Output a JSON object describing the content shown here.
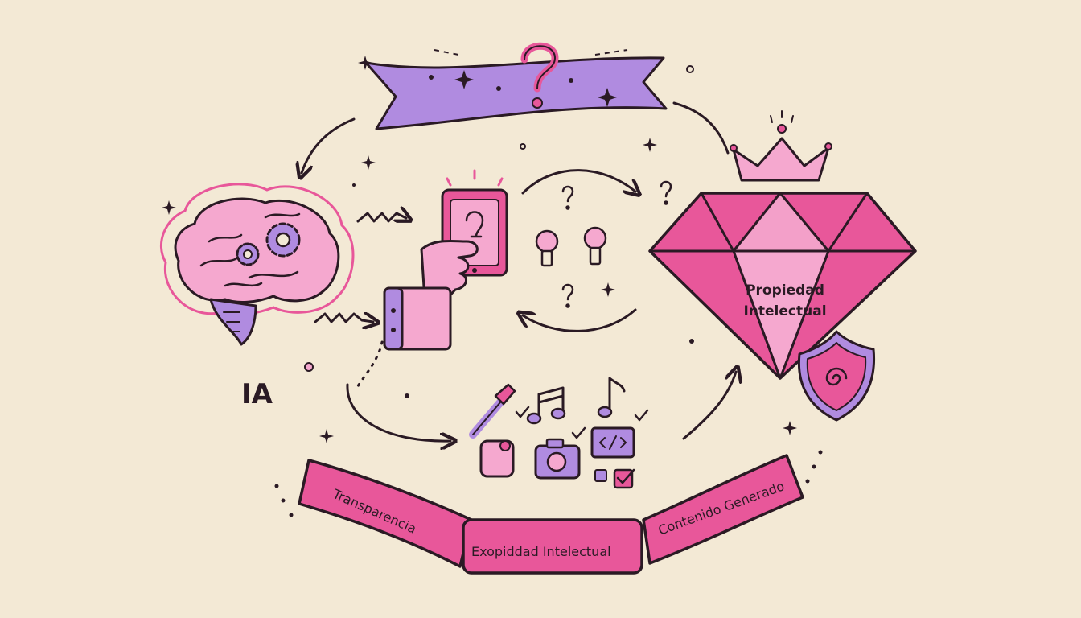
{
  "labels": {
    "ai": "IA",
    "diamond": [
      "Propiedad",
      "Intelectual"
    ]
  },
  "banners": [
    "Transparencia",
    "Exopiddad Intelectual",
    "Contenido Generado"
  ],
  "icons": [
    "brain-icon",
    "gears-icon",
    "tablet-icon",
    "hand-icon",
    "lightbulb-icon",
    "diamond-icon",
    "crown-icon",
    "shield-icon",
    "question-icon",
    "paintbrush-icon",
    "music-note-icon",
    "camera-icon",
    "code-icon",
    "checkbox-icon",
    "image-icon",
    "arrow-icon",
    "sparkle-icon"
  ],
  "colors": {
    "background": "#f3e9d5",
    "pink": "#e8579a",
    "light_pink": "#f5a8cf",
    "purple": "#b08be0",
    "ink": "#2a1a24"
  }
}
